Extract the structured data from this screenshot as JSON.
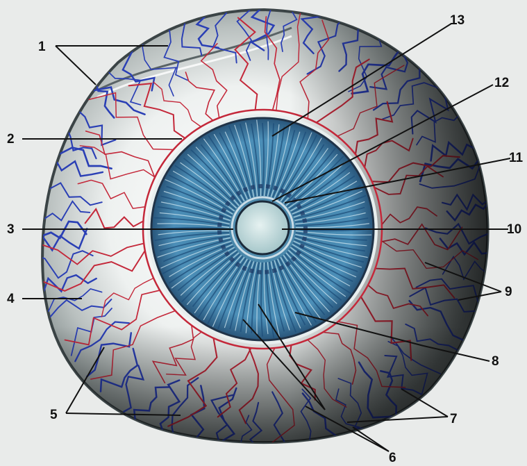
{
  "labels": [
    "1",
    "2",
    "3",
    "4",
    "5",
    "6",
    "7",
    "8",
    "9",
    "10",
    "11",
    "12",
    "13"
  ],
  "colors": {
    "background": "#e9ebea",
    "sclera": "#d2d6d4",
    "vein_blue": "#2a3fb5",
    "artery_red": "#c4283a",
    "iris_blue": "#4f8fb5",
    "pupil": "#c8dde0",
    "dark_rim": "#1b1f22"
  },
  "structure": {
    "vessels_blue": "blue-veins",
    "vessels_red": "red-arteries",
    "iris": "iris-disc",
    "pupil": "pupil-disc"
  }
}
